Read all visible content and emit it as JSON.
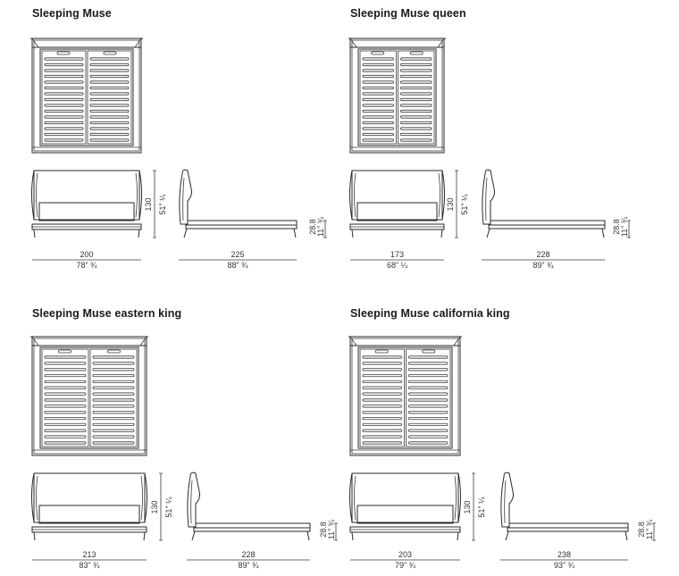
{
  "beds": [
    {
      "title": "Sleeping Muse",
      "height_cm": "130",
      "height_in": "51” ¼",
      "leg_cm": "28.8",
      "leg_in": "11” ¾",
      "width_cm": "200",
      "width_in": "78” ¾",
      "length_cm": "225",
      "length_in": "88” ¾"
    },
    {
      "title": "Sleeping Muse queen",
      "height_cm": "130",
      "height_in": "51” ¼",
      "leg_cm": "28.8",
      "leg_in": "11” ¾",
      "width_cm": "173",
      "width_in": "68” ¼",
      "length_cm": "228",
      "length_in": "89” ¾"
    },
    {
      "title": "Sleeping Muse eastern king",
      "height_cm": "130",
      "height_in": "51” ¼",
      "leg_cm": "28.8",
      "leg_in": "11” ¾",
      "width_cm": "213",
      "width_in": "83” ¾",
      "length_cm": "228",
      "length_in": "89” ¾"
    },
    {
      "title": "Sleeping Muse california king",
      "height_cm": "130",
      "height_in": "51” ¼",
      "leg_cm": "28.8",
      "leg_in": "11” ¾",
      "width_cm": "203",
      "width_in": "79” ¾",
      "length_cm": "238",
      "length_in": "93” ¾"
    }
  ]
}
